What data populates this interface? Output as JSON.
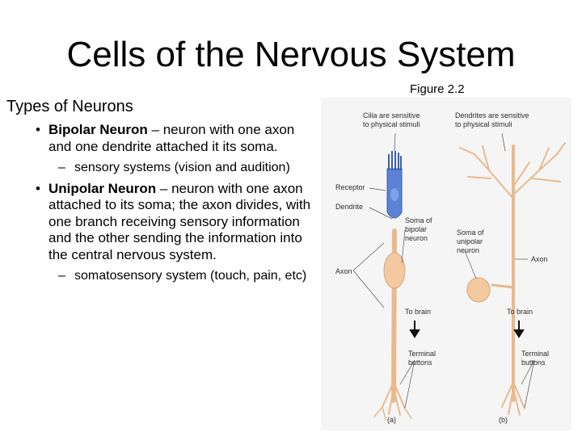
{
  "slide": {
    "title": "Cells of the Nervous System",
    "subheading": "Types of Neurons",
    "figure_caption": "Figure 2.2",
    "bullets": [
      {
        "term": "Bipolar Neuron",
        "text": " – neuron with one axon and one dendrite attached it its soma.",
        "sub": "sensory systems (vision and audition)"
      },
      {
        "term": "Unipolar Neuron",
        "text": " – neuron with one axon attached to its soma; the axon divides, with one branch receiving sensory information and the other sending the information into the central nervous system.",
        "sub": "somatosensory system (touch, pain, etc)"
      }
    ]
  },
  "figure": {
    "labels": {
      "cilia": [
        "Cilia are sensitive",
        "to physical stimuli"
      ],
      "dendrites": [
        "Dendrites are sensitive",
        "to physical stimuli"
      ],
      "receptor": "Receptor",
      "dendrite": "Dendrite",
      "soma_bipolar": [
        "Soma of",
        "bipolar",
        "neuron"
      ],
      "soma_unipolar": [
        "Soma of",
        "unipolar",
        "neuron"
      ],
      "axon_left": "Axon",
      "axon_right": "Axon",
      "to_brain_a": "To brain",
      "to_brain_b": "To brain",
      "terminal_a": [
        "Terminal",
        "buttons"
      ],
      "terminal_b": [
        "Terminal",
        "buttons"
      ],
      "panel_a": "(a)",
      "panel_b": "(b)"
    },
    "colors": {
      "background": "#f5f5f5",
      "neuron": "#f4c9a0",
      "neuron_outline": "#d9a37a",
      "receptor": "#5b82d6"
    }
  }
}
